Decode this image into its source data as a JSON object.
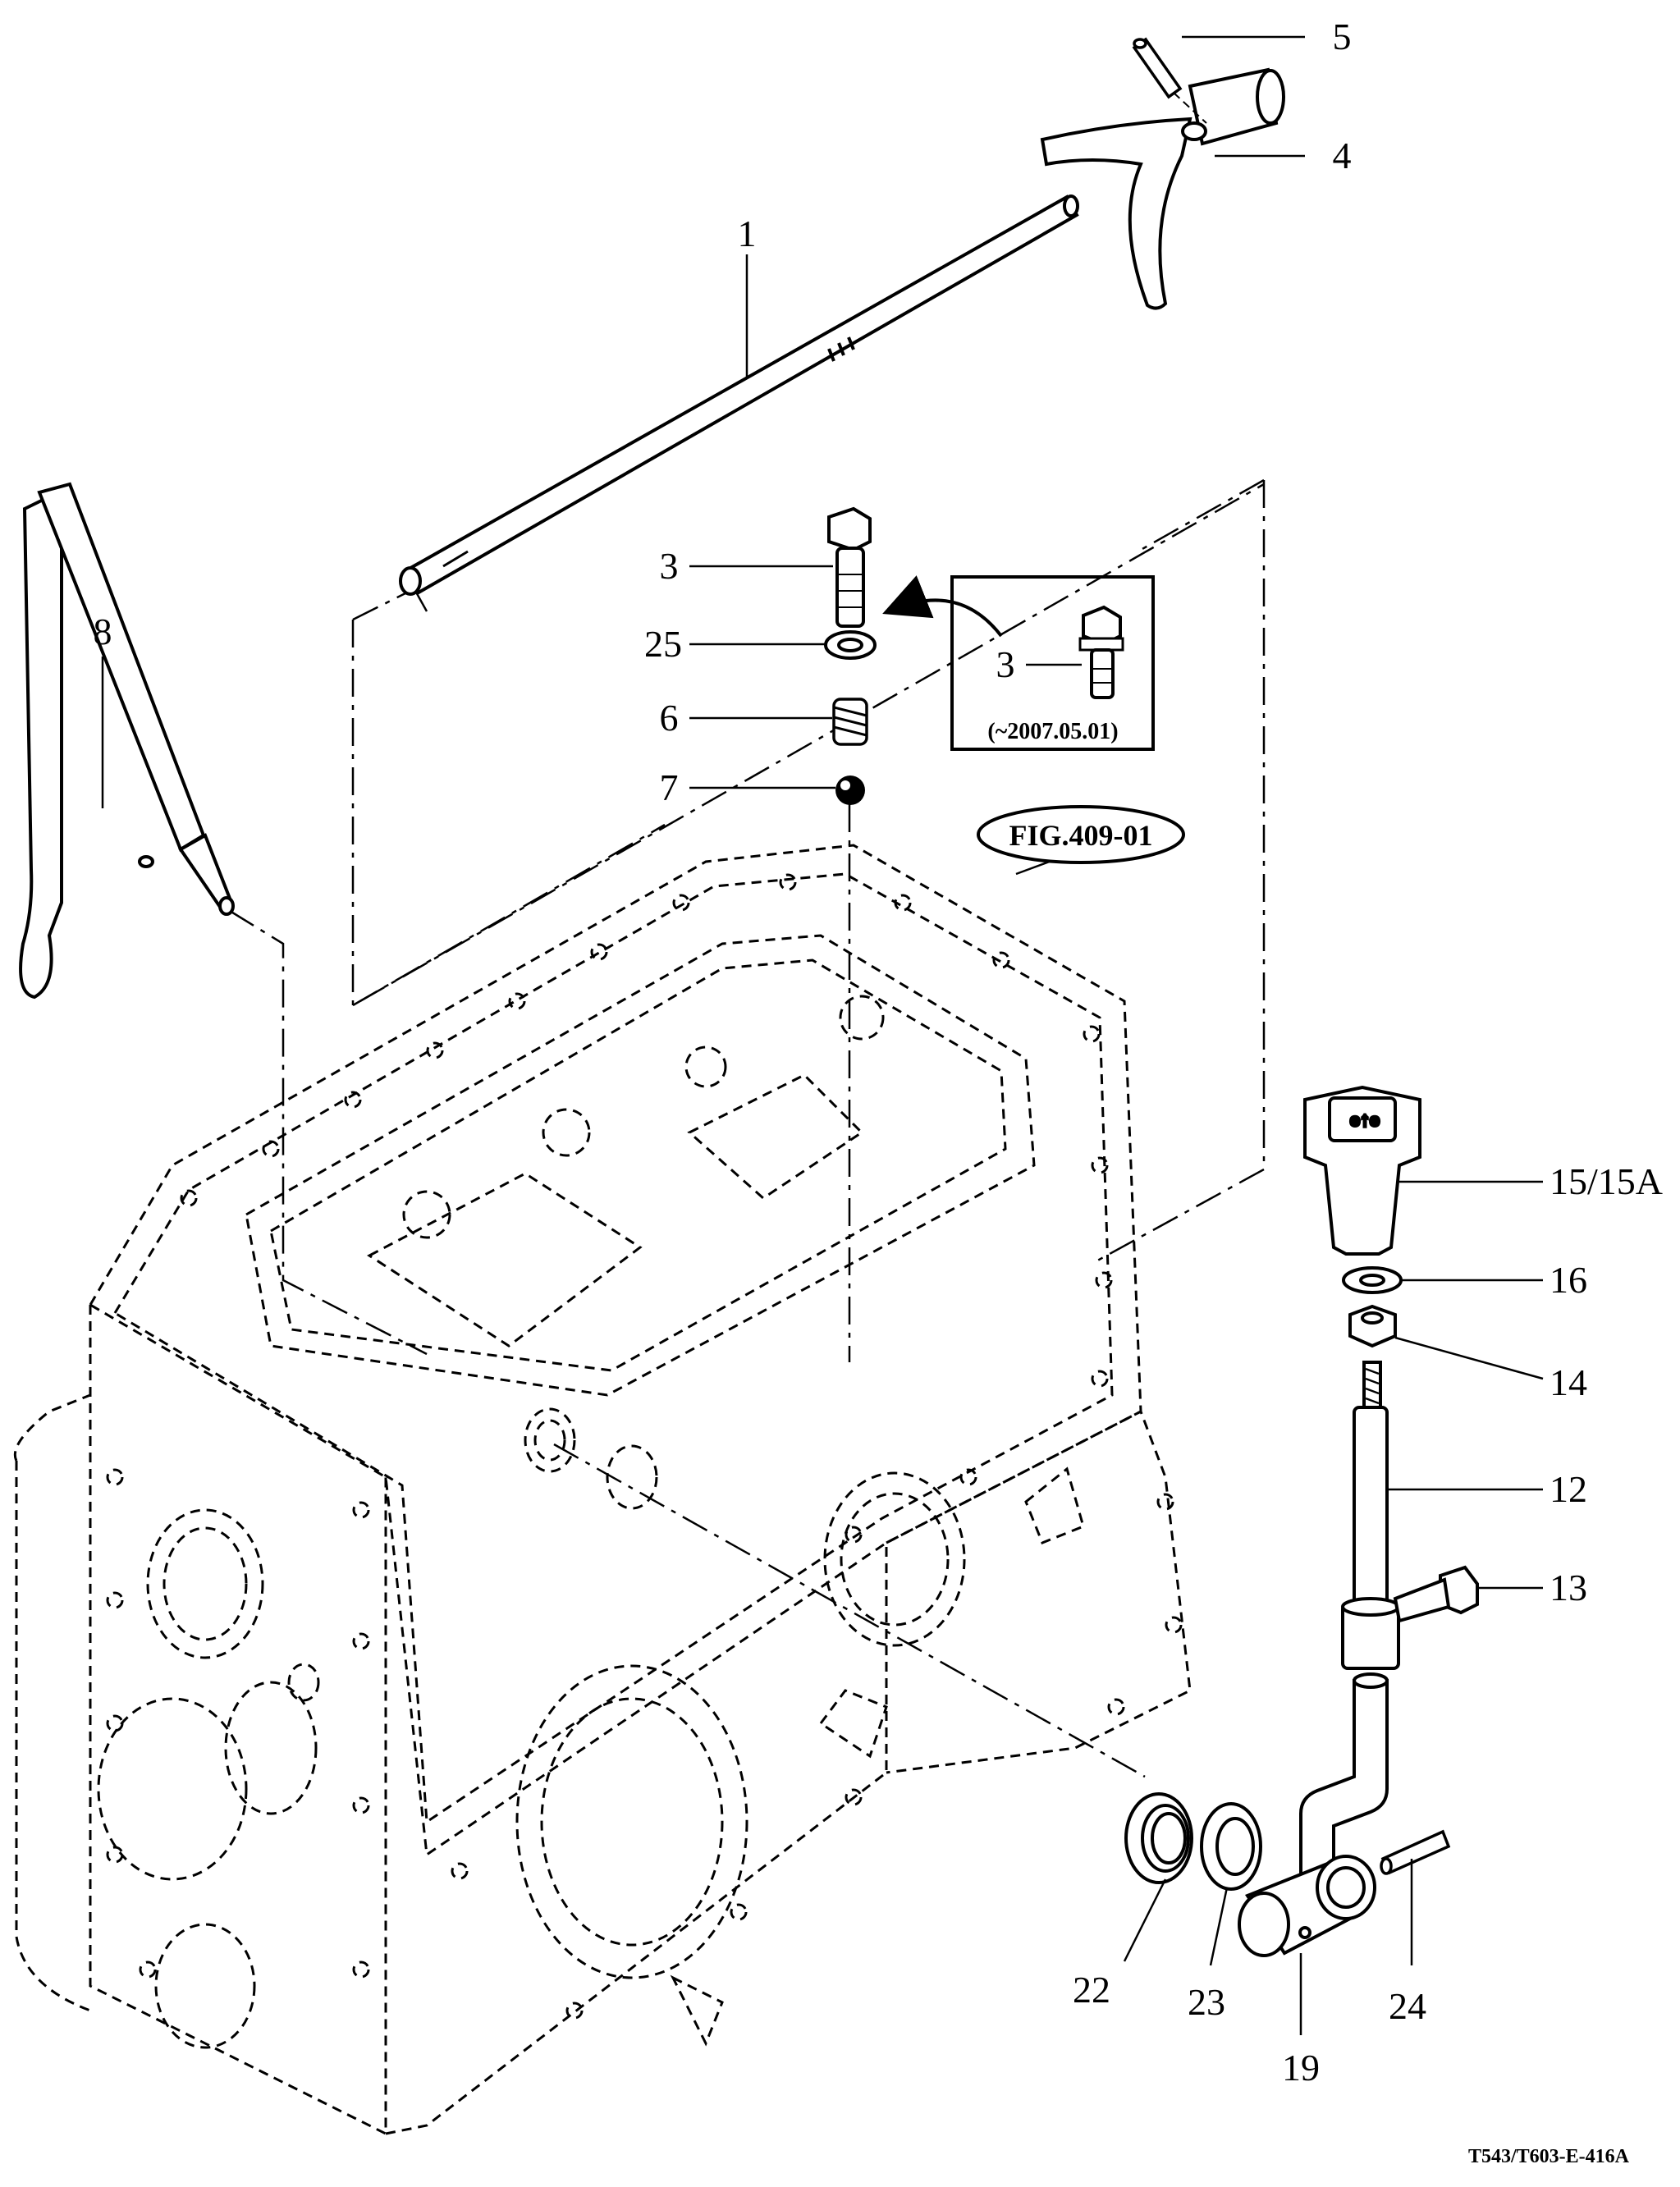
{
  "diagram": {
    "callouts": {
      "c1": "1",
      "c3": "3",
      "c3b": "3",
      "c4": "4",
      "c5": "5",
      "c6": "6",
      "c7": "7",
      "c8": "8",
      "c12": "12",
      "c13": "13",
      "c14": "14",
      "c15": "15/15A",
      "c16": "16",
      "c19": "19",
      "c22": "22",
      "c23": "23",
      "c24": "24",
      "c25": "25"
    },
    "inset_note": "(~2007.05.01)",
    "figure_reference": "FIG.409-01",
    "drawing_code": "T543/T603-E-416A"
  }
}
